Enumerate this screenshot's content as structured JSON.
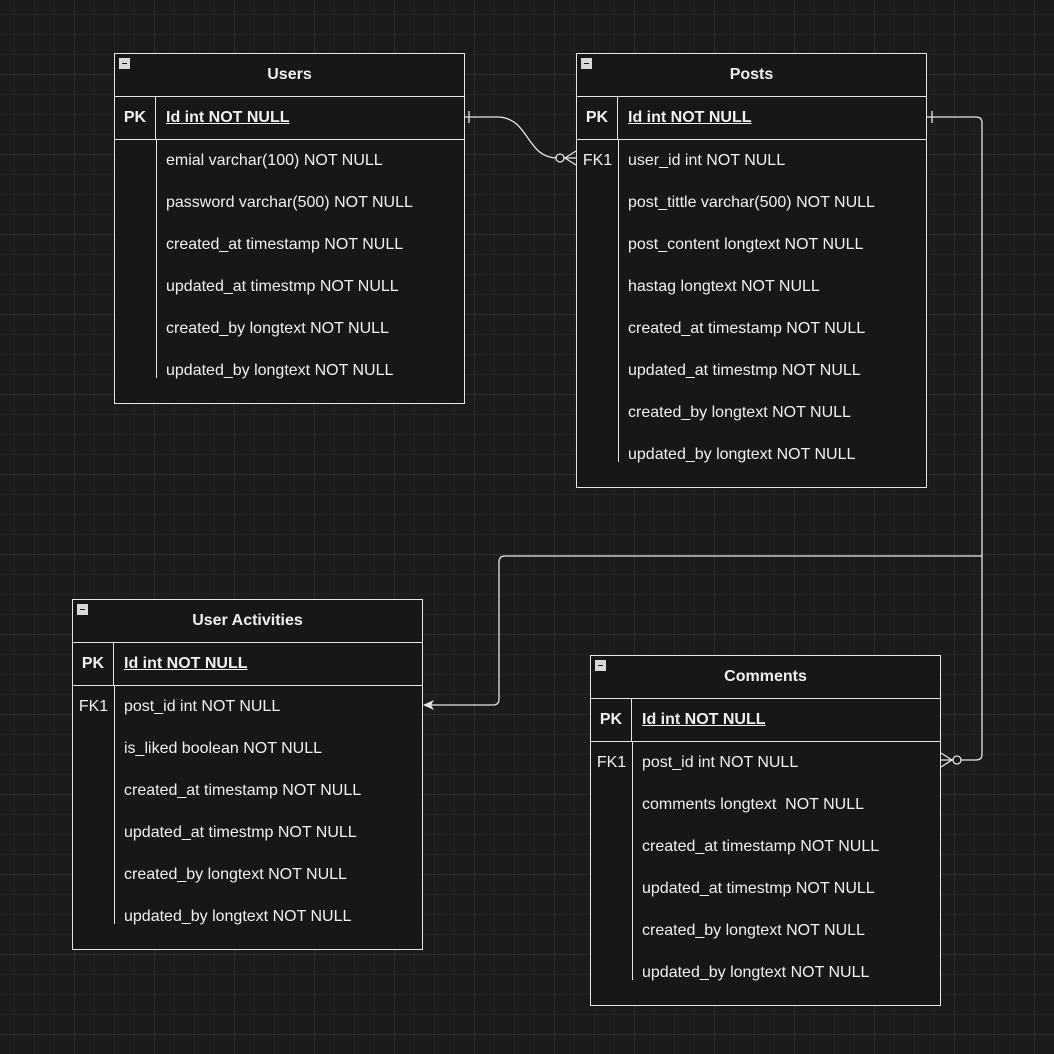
{
  "tables": {
    "users": {
      "name": "Users",
      "pk": {
        "key": "PK",
        "field": "Id int NOT NULL"
      },
      "rows": [
        {
          "key": "",
          "field": "emial varchar(100) NOT NULL"
        },
        {
          "key": "",
          "field": "password varchar(500) NOT NULL"
        },
        {
          "key": "",
          "field": "created_at timestamp NOT NULL"
        },
        {
          "key": "",
          "field": "updated_at timestmp NOT NULL"
        },
        {
          "key": "",
          "field": "created_by longtext NOT NULL"
        },
        {
          "key": "",
          "field": "updated_by longtext NOT NULL"
        }
      ]
    },
    "posts": {
      "name": "Posts",
      "pk": {
        "key": "PK",
        "field": "Id int NOT NULL"
      },
      "rows": [
        {
          "key": "FK1",
          "field": "user_id int NOT NULL"
        },
        {
          "key": "",
          "field": "post_tittle varchar(500) NOT NULL"
        },
        {
          "key": "",
          "field": "post_content longtext NOT NULL"
        },
        {
          "key": "",
          "field": "hastag longtext NOT NULL"
        },
        {
          "key": "",
          "field": "created_at timestamp NOT NULL"
        },
        {
          "key": "",
          "field": "updated_at timestmp NOT NULL"
        },
        {
          "key": "",
          "field": "created_by longtext NOT NULL"
        },
        {
          "key": "",
          "field": "updated_by longtext NOT NULL"
        }
      ]
    },
    "activities": {
      "name": "User Activities",
      "pk": {
        "key": "PK",
        "field": "Id int NOT NULL"
      },
      "rows": [
        {
          "key": "FK1",
          "field": "post_id int NOT NULL"
        },
        {
          "key": "",
          "field": "is_liked boolean NOT NULL"
        },
        {
          "key": "",
          "field": "created_at timestamp NOT NULL"
        },
        {
          "key": "",
          "field": "updated_at timestmp NOT NULL"
        },
        {
          "key": "",
          "field": "created_by longtext NOT NULL"
        },
        {
          "key": "",
          "field": "updated_by longtext NOT NULL"
        }
      ]
    },
    "comments": {
      "name": "Comments",
      "pk": {
        "key": "PK",
        "field": "Id int NOT NULL"
      },
      "rows": [
        {
          "key": "FK1",
          "field": "post_id int NOT NULL"
        },
        {
          "key": "",
          "field": "comments longtext  NOT NULL"
        },
        {
          "key": "",
          "field": "created_at timestamp NOT NULL"
        },
        {
          "key": "",
          "field": "updated_at timestmp NOT NULL"
        },
        {
          "key": "",
          "field": "created_by longtext NOT NULL"
        },
        {
          "key": "",
          "field": "updated_by longtext NOT NULL"
        }
      ]
    }
  },
  "colors": {
    "background": "#1b1b1b",
    "line": "#e6e6e6",
    "text": "#f0f0f0"
  }
}
